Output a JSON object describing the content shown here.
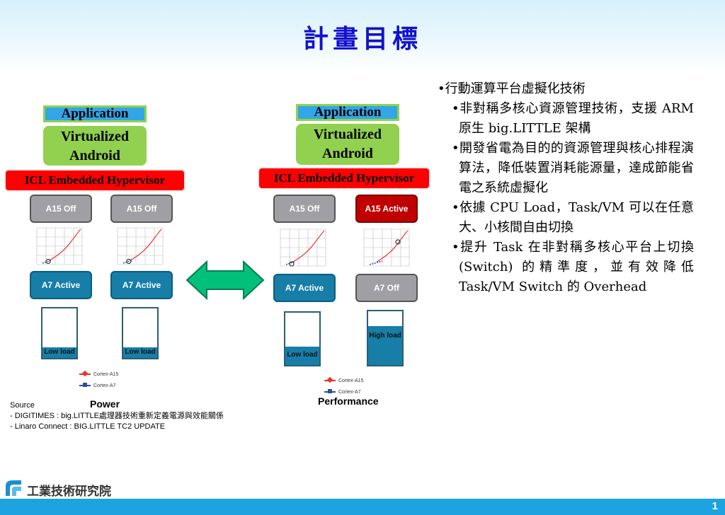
{
  "title": "計畫目標",
  "left_diagram": {
    "application": "Application",
    "virtualized": "Virtualized Android",
    "hypervisor": "ICL Embedded Hypervisor",
    "cores": [
      {
        "big": "A15  Off",
        "little": "A7 Active",
        "load": "Low load",
        "load_level": 0.22
      },
      {
        "big": "A15  Off",
        "little": "A7 Active",
        "load": "Low load",
        "load_level": 0.22
      }
    ],
    "caption": "Power"
  },
  "right_diagram": {
    "application": "Application",
    "virtualized": "Virtualized Android",
    "hypervisor": "ICL Embedded Hypervisor",
    "cores": [
      {
        "big": "A15  Off",
        "little": "A7 Active",
        "load": "Low load",
        "load_level": 0.35
      },
      {
        "big": "A15 Active",
        "little": "A7 Off",
        "load": "High load",
        "load_level": 0.72
      }
    ],
    "caption": "Performance"
  },
  "legend": {
    "series_a": "Cortex-A15",
    "series_b": "Cortex-A7"
  },
  "source": {
    "heading": "Source",
    "lines": [
      "- DIGITIMES : big.LITTLE處理器技術重新定義電源與效能關係",
      "- Linaro Connect : BIG.LITTLE TC2 UPDATE"
    ]
  },
  "bullets": {
    "main": "•行動運算平台虛擬化技術",
    "items": [
      "•非對稱多核心資源管理技術，支援 ARM 原生 big.LITTLE 架構",
      "•開發省電為目的的資源管理與核心排程演算法，降低裝置消耗能源量，達成節能省電之系統虛擬化",
      "•依據 CPU Load，Task/VM 可以在任意大、小核間自由切換",
      "•提升 Task 在非對稱多核心平台上切換 (Switch) 的精準度，並有效降低 Task/VM Switch 的 Overhead"
    ]
  },
  "footer": {
    "org": "工業技術研究院",
    "page": "1"
  },
  "colors": {
    "title": "#1111cc",
    "hypervisor": "#ff0000",
    "virtualized": "#92d050",
    "footer_bar": "#1ea3e0",
    "arrow": "#00c07a"
  }
}
